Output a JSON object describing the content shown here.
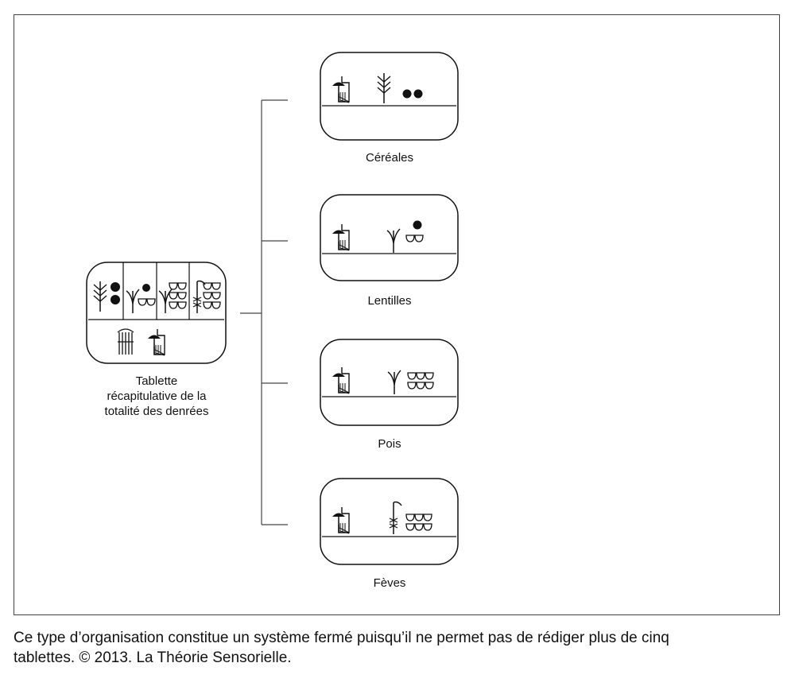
{
  "summary_tablet": {
    "label_lines": [
      "Tablette",
      "récapitulative de la",
      "totalité des denrées"
    ]
  },
  "tablets": [
    {
      "label": "Céréales"
    },
    {
      "label": "Lentilles"
    },
    {
      "label": "Pois"
    },
    {
      "label": "Fèves"
    }
  ],
  "caption": {
    "line1": "Ce type d’organisation constitue un système fermé puisqu’il ne permet pas de rédiger plus de cinq",
    "line2": "tablettes. © 2013. La Théorie Sensorielle."
  },
  "colors": {
    "ink": "#111111",
    "frame": "#444444",
    "paper": "#ffffff"
  }
}
